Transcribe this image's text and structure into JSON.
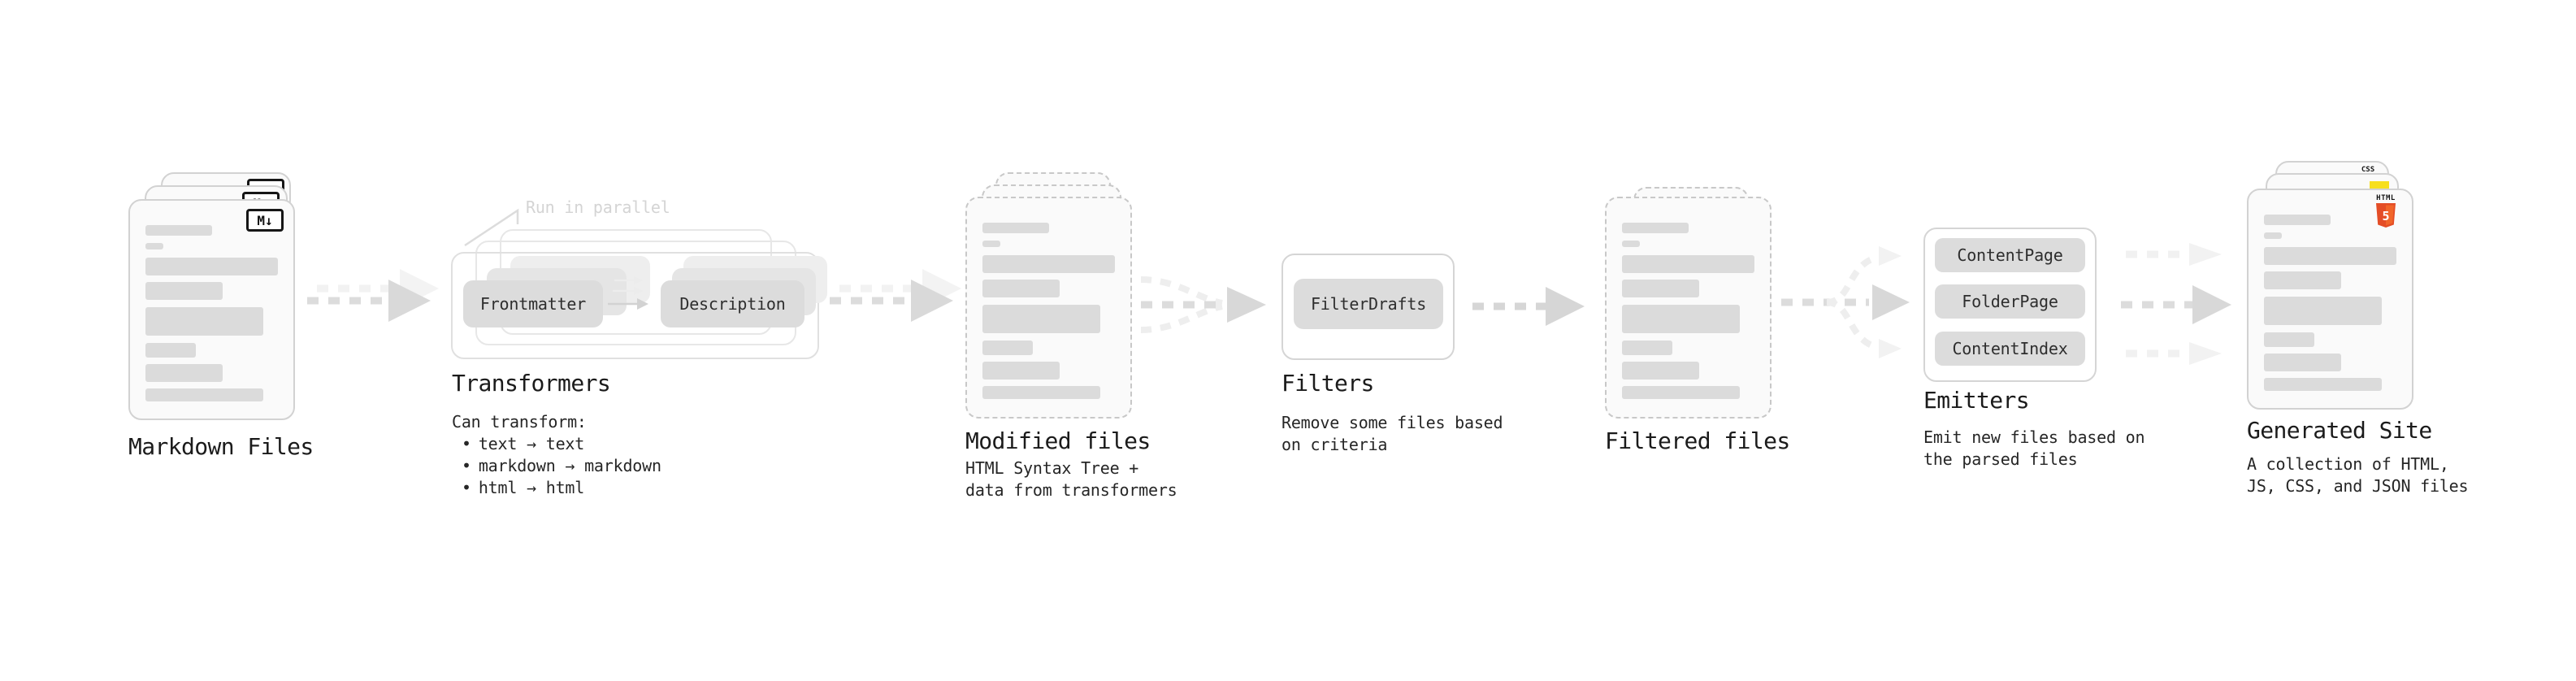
{
  "stages": {
    "markdown_files": {
      "label": "Markdown Files",
      "badge": "M↓"
    },
    "transformers": {
      "label": "Transformers",
      "annotation": "Run in parallel",
      "pill_left": "Frontmatter",
      "pill_right": "Description",
      "note_title": "Can transform:",
      "bullet_char": "•",
      "bullets": [
        "text → text",
        "markdown → markdown",
        "html → html"
      ]
    },
    "modified_files": {
      "label": "Modified files",
      "note": [
        "HTML Syntax Tree +",
        "data from transformers"
      ]
    },
    "filters": {
      "label": "Filters",
      "pill": "FilterDrafts",
      "note": [
        "Remove some files based",
        "on criteria"
      ]
    },
    "filtered_files": {
      "label": "Filtered files"
    },
    "emitters": {
      "label": "Emitters",
      "pills": [
        "ContentPage",
        "FolderPage",
        "ContentIndex"
      ],
      "note": [
        "Emit new files based on",
        "the parsed files"
      ]
    },
    "generated_site": {
      "label": "Generated Site",
      "note": [
        "A collection of HTML,",
        "JS, CSS, and JSON files"
      ],
      "badges": {
        "css_label": "CSS",
        "html_label": "HTML",
        "html_number": "5"
      }
    }
  },
  "colors": {
    "html5_orange": "#e44d26",
    "html5_orange_light": "#f16529",
    "js_yellow": "#f7df1e",
    "css_blue": "#2d65f2",
    "arrow_gray": "#d9d9d9",
    "arrow_faint": "#f2f2f2"
  }
}
